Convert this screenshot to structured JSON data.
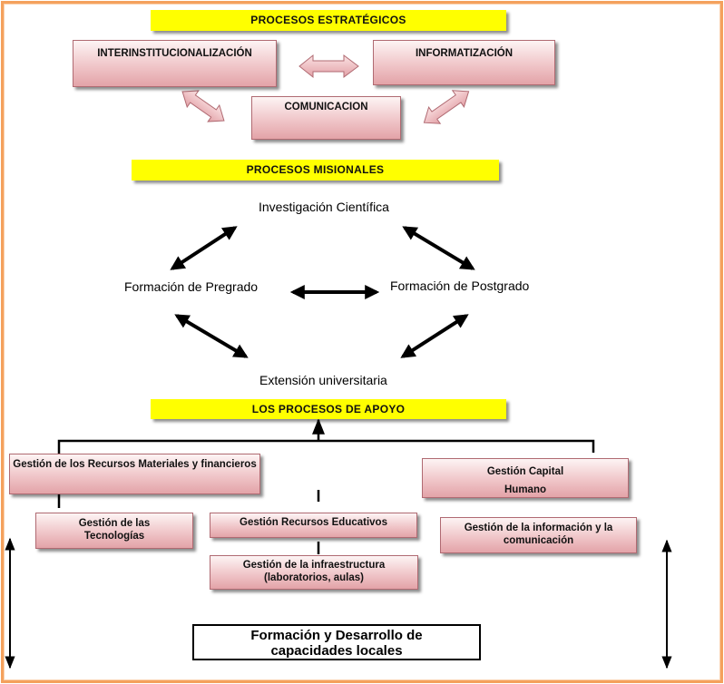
{
  "strategic": {
    "title": "PROCESOS ESTRATÉGICOS",
    "items": [
      "INTERINSTITUCIONALIZACIÓN",
      "INFORMATIZACIÓN",
      "COMUNICACION"
    ]
  },
  "missional": {
    "title": "PROCESOS MISIONALES",
    "nodes": {
      "research": "Investigación Científica",
      "undergrad": "Formación de Pregrado",
      "postgrad": "Formación de Postgrado",
      "extension": "Extensión universitaria"
    }
  },
  "support": {
    "title": "LOS PROCESOS DE APOYO",
    "items": {
      "materials": "Gestión de los Recursos Materiales y financieros",
      "human_line1": "Gestión Capital",
      "human_line2": "Humano",
      "technologies_line1": "Gestión de las",
      "technologies_line2": "Tecnologías",
      "educational": "Gestión Recursos Educativos",
      "information": "Gestión de la información y la comunicación",
      "infrastructure_line1": "Gestión de la infraestructura",
      "infrastructure_line2": "(laboratorios, aulas)"
    }
  },
  "outcome": {
    "line1": "Formación y Desarrollo de",
    "line2": "capacidades  locales"
  },
  "colors": {
    "banner": "#ffff00",
    "box_fill": "#f0c6c9",
    "box_border": "#b06a72",
    "frame": "#f4a15d"
  }
}
